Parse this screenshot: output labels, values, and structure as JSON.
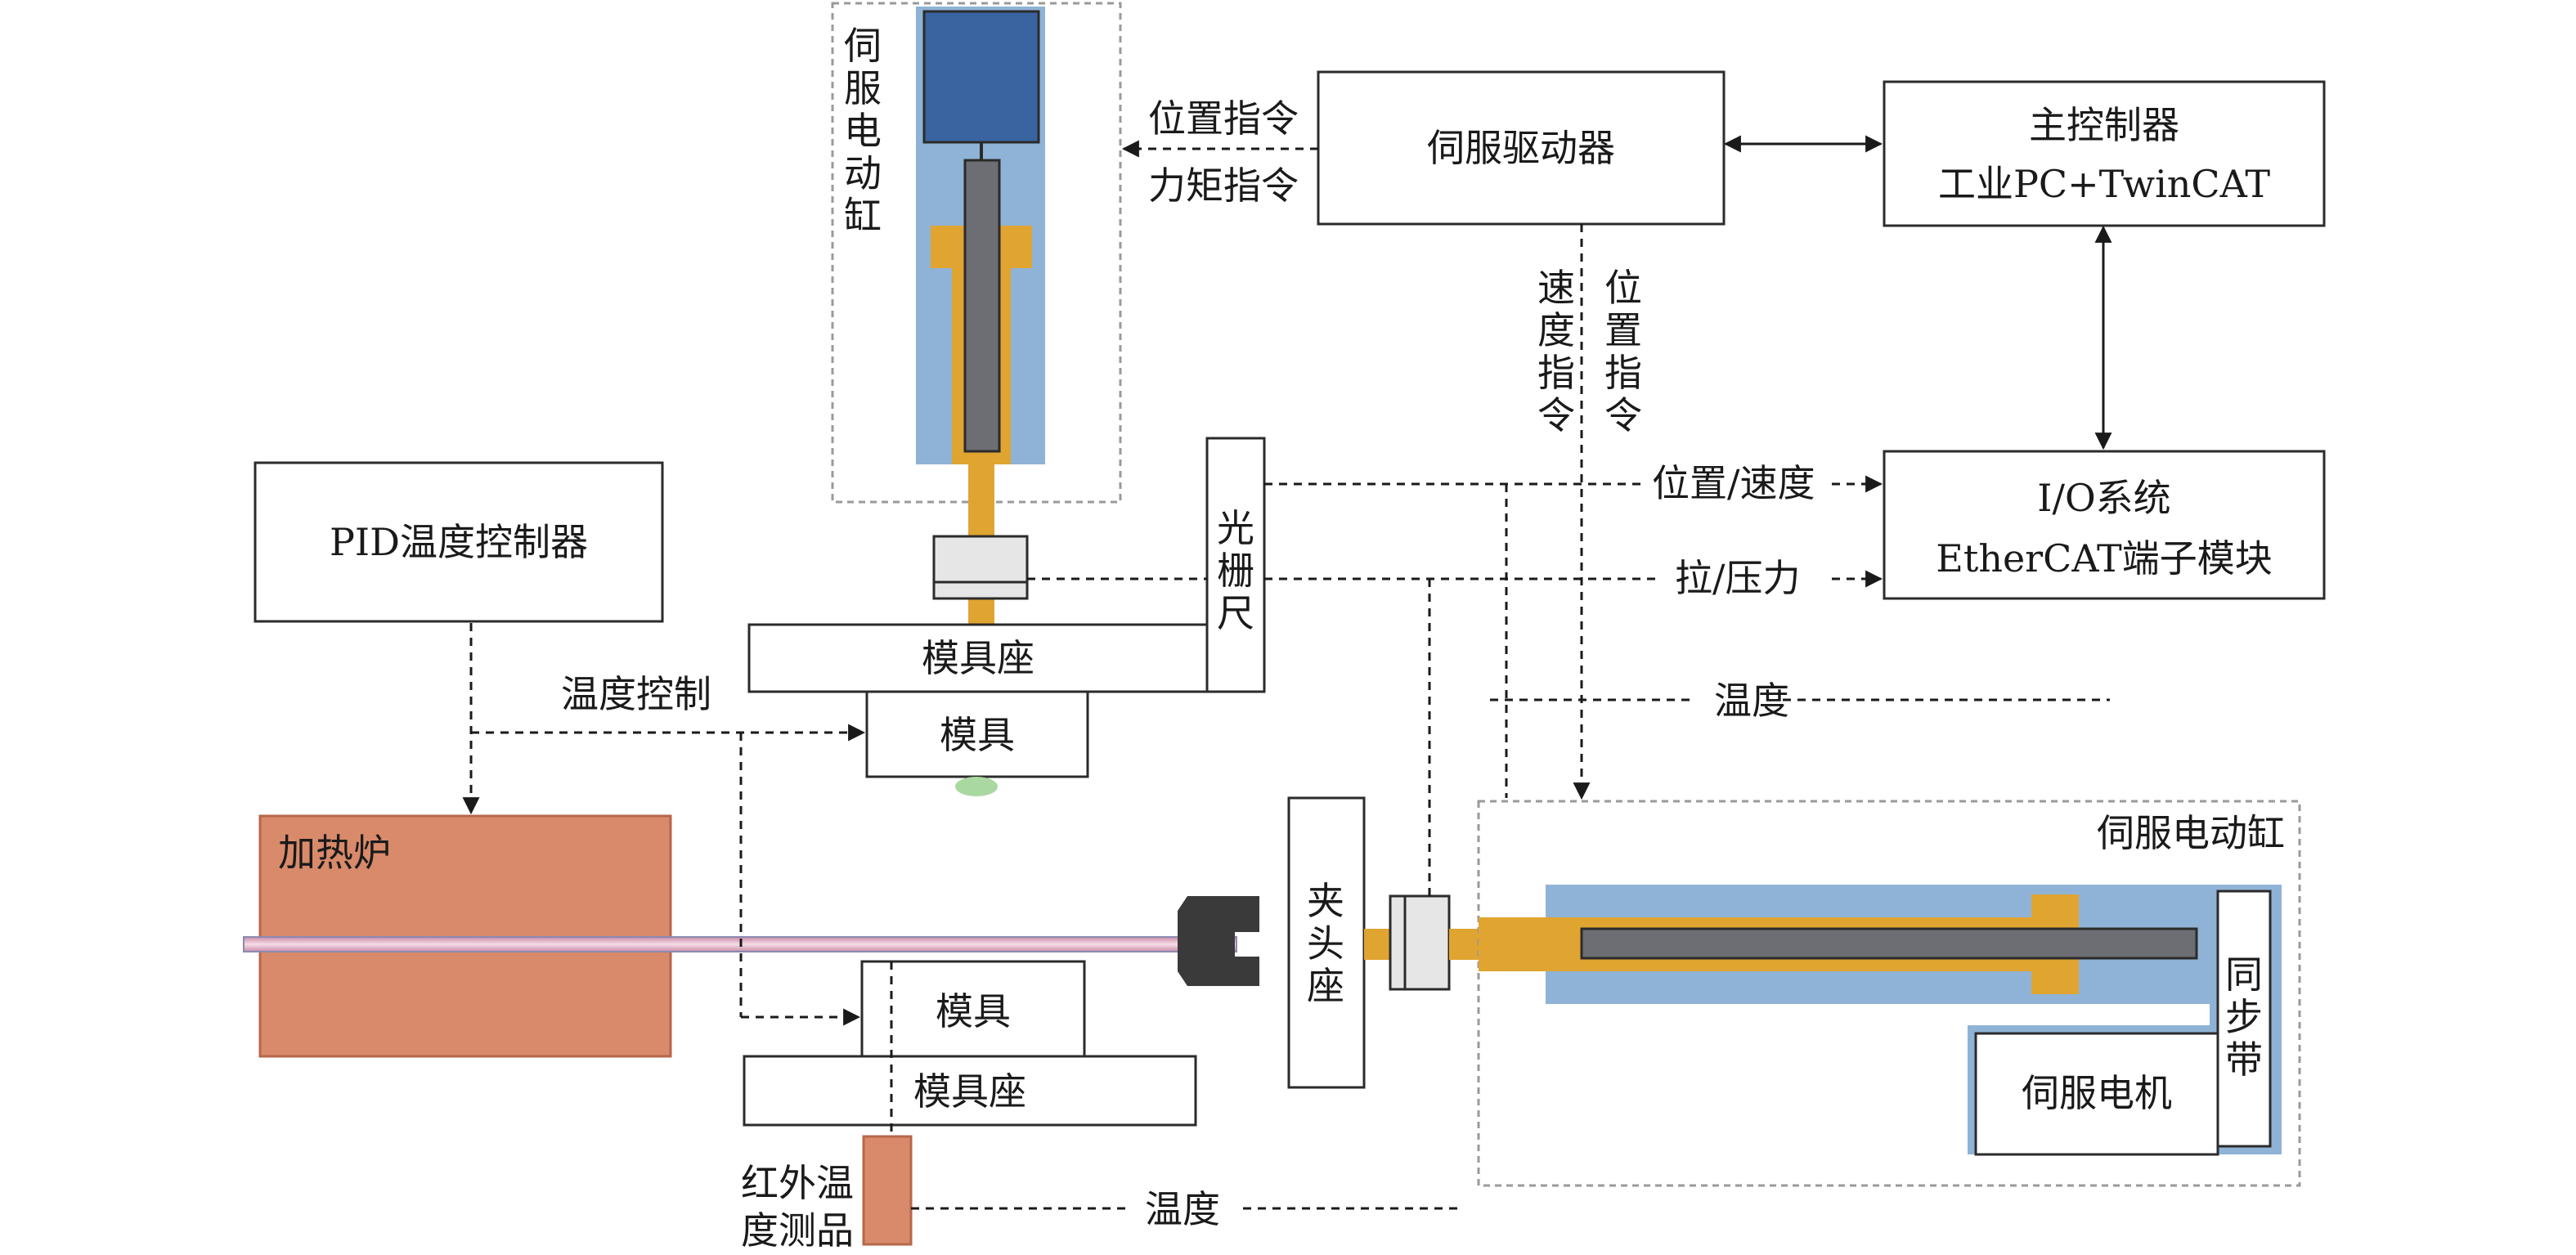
{
  "components": {
    "servo_cylinder_top": "伺服电动缸",
    "servo_driver": "伺服驱动器",
    "main_controller": {
      "line1": "主控制器",
      "line2": "工业PC+TwinCAT"
    },
    "io_system": {
      "line1": "I/O系统",
      "line2": "EtherCAT端子模块"
    },
    "pid_controller": "PID温度控制器",
    "grating_scale": "光栅尺",
    "mold_seat_top": "模具座",
    "mold_top": "模具",
    "furnace": "加热炉",
    "chuck_seat": "夹头座",
    "servo_cylinder_right": "伺服电动缸",
    "sync_belt": "同步带",
    "servo_motor": "伺服电机",
    "mold_bottom": "模具",
    "mold_seat_bottom": "模具座",
    "ir_thermometer": "红外温度测品"
  },
  "signals": {
    "position_cmd": "位置指令",
    "torque_cmd": "力矩指令",
    "speed_cmd_v": "速度指令",
    "position_cmd_v": "位置指令",
    "position_speed": "位置/速度",
    "tension_pressure": "拉/压力",
    "temperature_mid": "温度",
    "temperature_control": "温度控制",
    "temperature_bottom": "温度"
  },
  "colors": {
    "cylinder_blue": "#8fb3d6",
    "motor_blue": "#3a64a0",
    "rod_gray": "#6d6e73",
    "gold": "#e0a431",
    "furnace": "#d98a6a",
    "ir_block": "#d98a6a",
    "chuck_black": "#3a3a3a",
    "dashed_gray": "#9a9a9a",
    "specimen_pink": "#e8b6c8"
  }
}
